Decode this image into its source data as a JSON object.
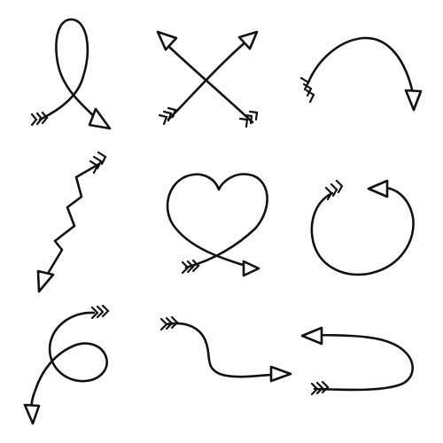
{
  "illustration": {
    "subject": "hand-drawn-arrow-doodles",
    "colors": {
      "background": "#ffffff",
      "ink": "#111111"
    },
    "arrows": [
      {
        "id": "loop-arrow-top-left",
        "icon": "loop-arrow-icon"
      },
      {
        "id": "crossed-arrows-top-center",
        "icon": "crossed-arrows-icon"
      },
      {
        "id": "arc-arrow-top-right",
        "icon": "arc-arrow-icon"
      },
      {
        "id": "zigzag-arrow-middle-left",
        "icon": "zigzag-arrow-icon"
      },
      {
        "id": "heart-arrow-middle-center",
        "icon": "heart-arrow-icon"
      },
      {
        "id": "circle-arrow-middle-right",
        "icon": "circular-arrow-icon"
      },
      {
        "id": "spiral-arrow-bottom-left",
        "icon": "spiral-arrow-icon"
      },
      {
        "id": "wave-arrow-bottom-center",
        "icon": "wavy-arrow-icon"
      },
      {
        "id": "uturn-arrow-bottom-right",
        "icon": "u-turn-arrow-icon"
      }
    ]
  }
}
